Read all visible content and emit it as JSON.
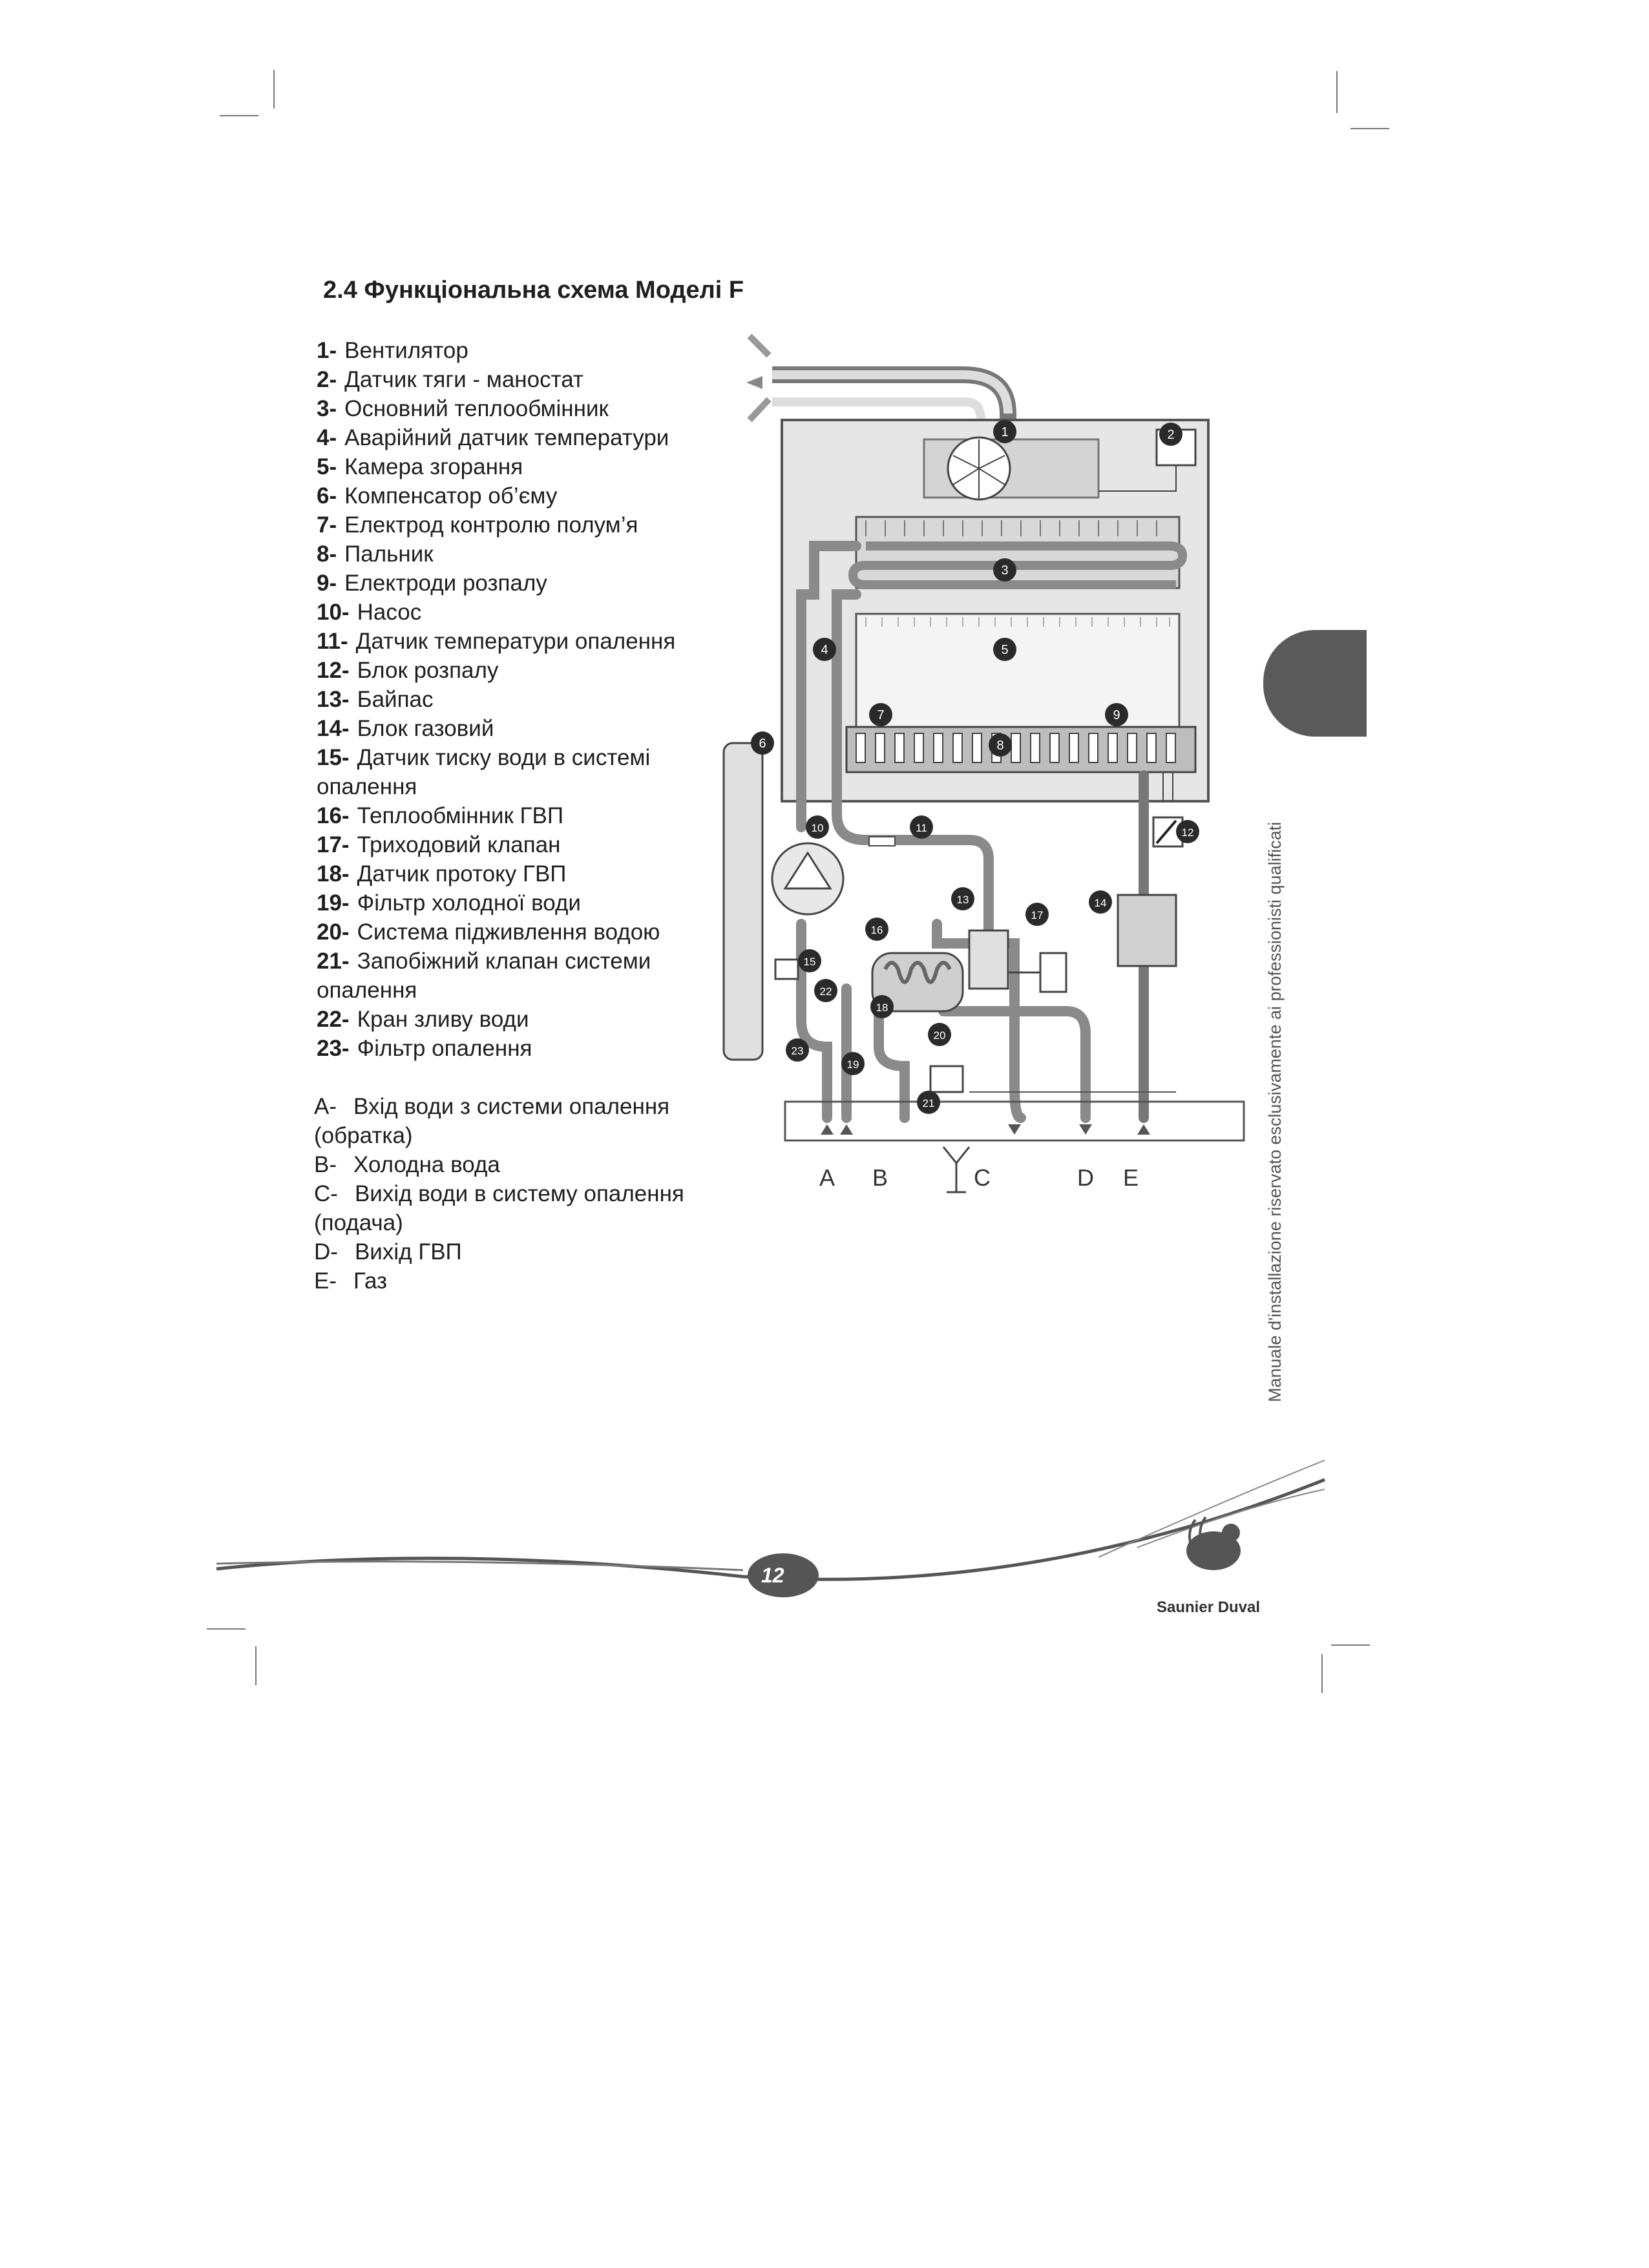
{
  "title": "2.4 Функціональна схема Моделі F",
  "legend": [
    {
      "n": "1-",
      "label": "Вентилятор"
    },
    {
      "n": "2-",
      "label": "Датчик тяги - маностат"
    },
    {
      "n": "3-",
      "label": "Основний теплообмінник"
    },
    {
      "n": "4-",
      "label": "Аварійний датчик температури"
    },
    {
      "n": "5-",
      "label": "Камера згорання"
    },
    {
      "n": "6-",
      "label": "Компенсатор об’єму"
    },
    {
      "n": "7-",
      "label": "Електрод контролю полум’я"
    },
    {
      "n": "8-",
      "label": "Пальник"
    },
    {
      "n": "9-",
      "label": "Електроди розпалу"
    },
    {
      "n": "10-",
      "label": "Насос"
    },
    {
      "n": "11-",
      "label": "Датчик температури опалення"
    },
    {
      "n": "12-",
      "label": "Блок розпалу"
    },
    {
      "n": "13-",
      "label": "Байпас"
    },
    {
      "n": "14-",
      "label": "Блок газовий"
    },
    {
      "n": "15-",
      "label": "Датчик тиску води в системі опалення"
    },
    {
      "n": "16-",
      "label": "Теплообмінник ГВП"
    },
    {
      "n": "17-",
      "label": "Триходовий клапан"
    },
    {
      "n": "18-",
      "label": "Датчик протоку ГВП"
    },
    {
      "n": "19-",
      "label": "Фільтр холодної води"
    },
    {
      "n": "20-",
      "label": "Система підживлення водою"
    },
    {
      "n": "21-",
      "label": "Запобіжний клапан системи опалення"
    },
    {
      "n": "22-",
      "label": "Кран зливу води"
    },
    {
      "n": "23-",
      "label": "Фільтр опалення"
    }
  ],
  "connections": [
    {
      "n": "A-",
      "label": "Вхід води з системи опалення (обратка)"
    },
    {
      "n": "B-",
      "label": "Холодна вода"
    },
    {
      "n": "C-",
      "label": "Вихід води в систему опалення (подача)"
    },
    {
      "n": "D-",
      "label": "Вихід ГВП"
    },
    {
      "n": "E-",
      "label": "Газ"
    }
  ],
  "diagram": {
    "markers": [
      "1",
      "2",
      "3",
      "4",
      "5",
      "6",
      "7",
      "8",
      "9",
      "10",
      "11",
      "12",
      "13",
      "14",
      "15",
      "16",
      "17",
      "18",
      "19",
      "20",
      "21",
      "22",
      "23"
    ],
    "bottom_labels": [
      "A",
      "B",
      "C",
      "D",
      "E"
    ]
  },
  "side_text": "Manuale d'installazione riservato esclusivamente ai professionisti qualificati",
  "page_number": "12",
  "brand": "Saunier Duval"
}
